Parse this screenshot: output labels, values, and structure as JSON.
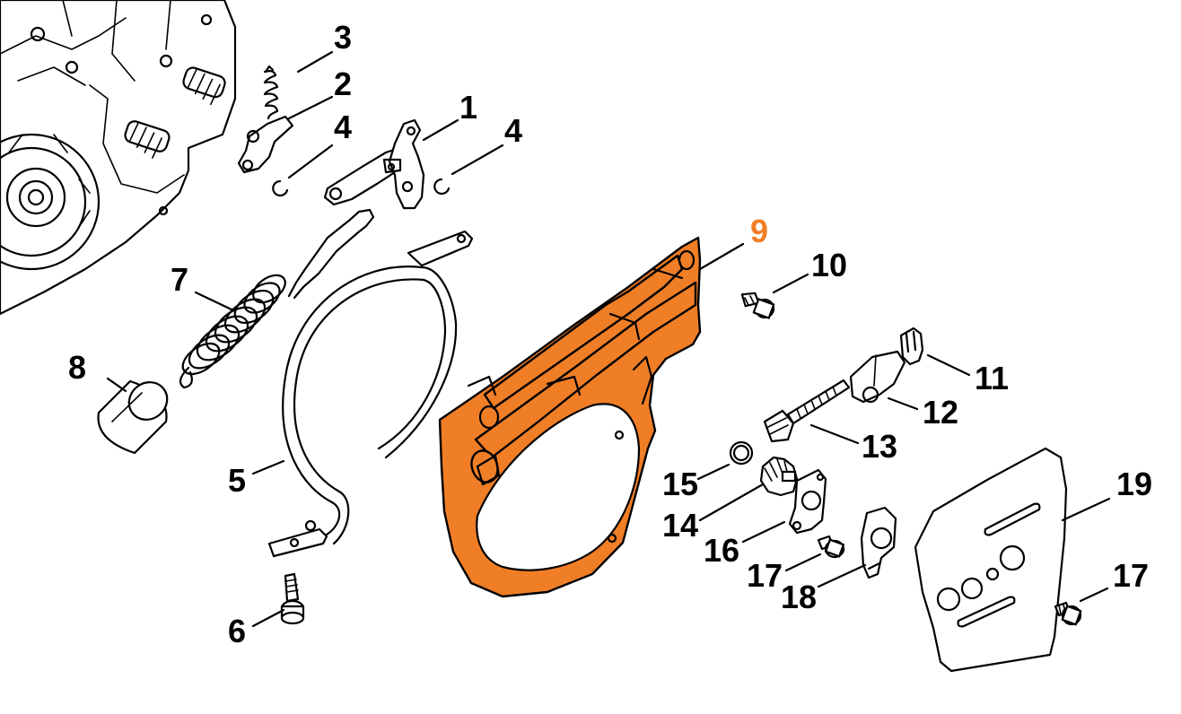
{
  "colors": {
    "highlight": "#f07e26",
    "line": "#000000",
    "callout_default": "#000000"
  },
  "callouts": {
    "c1": "1",
    "c2": "2",
    "c3": "3",
    "c4a": "4",
    "c4b": "4",
    "c5": "5",
    "c6": "6",
    "c7": "7",
    "c8": "8",
    "c9": "9",
    "c10": "10",
    "c11": "11",
    "c12": "12",
    "c13": "13",
    "c14": "14",
    "c15": "15",
    "c16": "16",
    "c17a": "17",
    "c17b": "17",
    "c18": "18",
    "c19": "19"
  }
}
